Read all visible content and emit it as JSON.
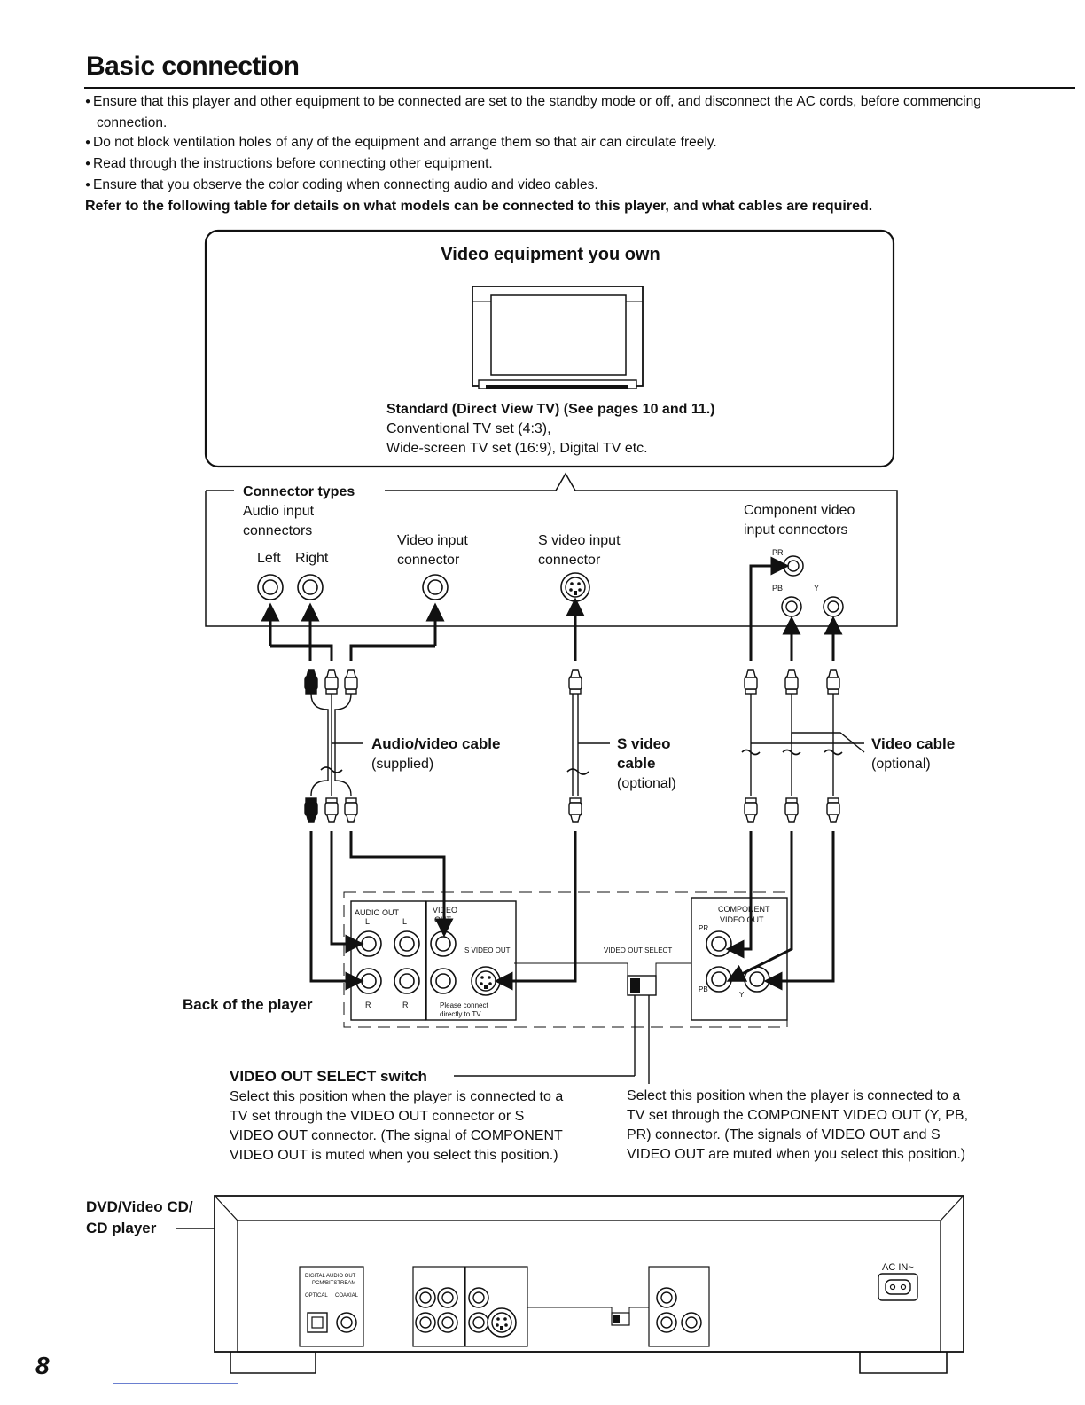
{
  "title": "Basic connection",
  "bullets": [
    "Ensure that this player and other equipment to be connected are set to the standby mode or off, and disconnect the AC cords, before commencing connection.",
    "Do not block ventilation holes of any of the equipment and arrange them so that air can circulate freely.",
    "Read through the instructions before connecting other equipment.",
    "Ensure that you observe the color coding when connecting audio and video cables."
  ],
  "refer_text": "Refer to the following table for details on what models can be connected to this player, and what cables are required.",
  "video_box": {
    "heading": "Video equipment you own",
    "tv_type_bold": "Standard (Direct View TV) (See pages 10 and 11.)",
    "tv_line1": "Conventional TV set (4:3),",
    "tv_line2": "Wide-screen TV set (16:9), Digital TV etc."
  },
  "connectors": {
    "title": "Connector types",
    "audio_line1": "Audio input",
    "audio_line2": "connectors",
    "left": "Left",
    "right": "Right",
    "video_line1": "Video input",
    "video_line2": "connector",
    "svideo_line1": "S video input",
    "svideo_line2": "connector",
    "component_line1": "Component video",
    "component_line2": "input connectors",
    "pr": "PR",
    "pb": "PB",
    "y": "Y"
  },
  "cables": {
    "av_bold": "Audio/video cable",
    "av_note": "(supplied)",
    "svideo_bold1": "S video",
    "svideo_bold2": "cable",
    "svideo_note": "(optional)",
    "video_bold": "Video cable",
    "video_note": "(optional)"
  },
  "player_panel": {
    "label": "Back of the player",
    "audio_out": "AUDIO OUT",
    "l": "L",
    "r": "R",
    "video_out_1": "VIDEO",
    "video_out_2": "OUT",
    "s_video_out": "S VIDEO OUT",
    "please_1": "Please connect",
    "please_2": "directly to TV.",
    "video_out_select": "VIDEO OUT SELECT",
    "component_1": "COMPONENT",
    "component_2": "VIDEO OUT",
    "pr": "PR",
    "pb": "PB",
    "y": "Y"
  },
  "switch": {
    "title": "VIDEO OUT SELECT switch",
    "left_lines": [
      "Select this position when the player is connected to a",
      "TV set through the VIDEO OUT connector or S",
      "VIDEO OUT connector. (The signal of COMPONENT",
      "VIDEO OUT is muted when you select this position.)"
    ],
    "right_lines": [
      "Select this position when the player is connected to a",
      "TV set through the COMPONENT VIDEO OUT (Y, PB,",
      "PR) connector. (The signals of VIDEO OUT and S",
      "VIDEO OUT are muted when you select this position.)"
    ]
  },
  "device": {
    "label_line1": "DVD/Video CD/",
    "label_line2": "CD player",
    "digital_1": "DIGITAL AUDIO OUT",
    "digital_2": "PCM/BITSTREAM",
    "optical": "OPTICAL",
    "coaxial": "COAXIAL",
    "ac_in": "AC IN~"
  },
  "page_number": "8"
}
